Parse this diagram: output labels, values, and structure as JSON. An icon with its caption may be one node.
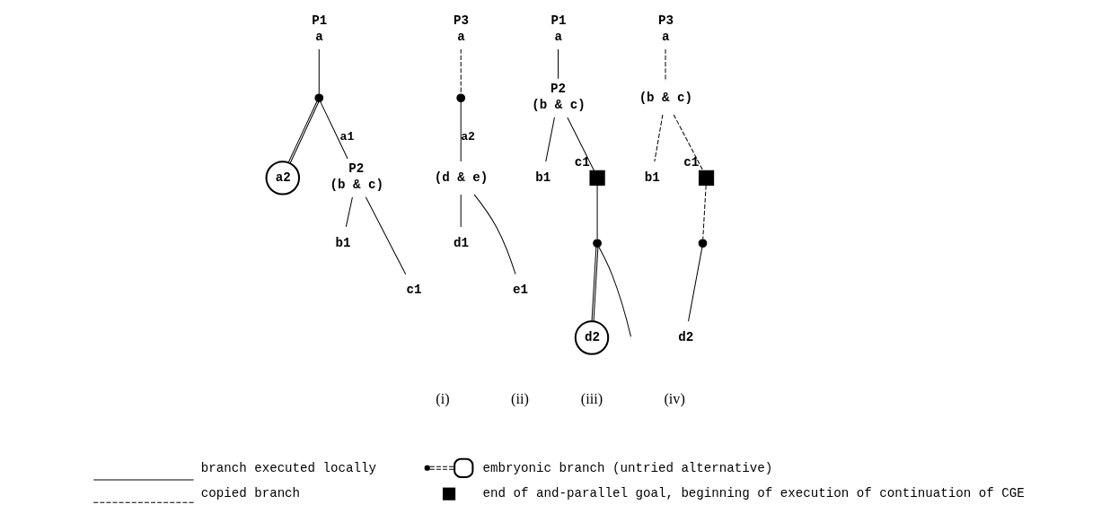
{
  "diagram": {
    "nodes": [
      {
        "text": [
          "a"
        ],
        "beside": [
          "P1"
        ]
      },
      {
        "text": [],
        "shape": "circle"
      },
      {
        "text": [
          "a2"
        ]
      },
      {
        "text": [
          "(b & c)"
        ],
        "beside": [
          "P2"
        ]
      },
      {
        "text": [
          "b1"
        ]
      },
      {
        "text": [
          "c1"
        ]
      },
      {
        "text": [
          "a"
        ],
        "beside": [
          "P3"
        ]
      },
      {
        "text": [],
        "shape": "circle"
      },
      {
        "text": [
          "(d & e)"
        ]
      },
      {
        "text": [
          "d1"
        ]
      },
      {
        "text": [
          "e1"
        ]
      },
      {
        "text": [
          "a"
        ],
        "beside": [
          "P1"
        ]
      },
      {
        "text": [
          "(b & c)"
        ],
        "beside": [
          "P2"
        ]
      },
      {
        "text": [
          "b1"
        ]
      },
      {
        "text": [],
        "shape": "box",
        "beside": [
          "c1"
        ]
      },
      {
        "text": [],
        "shape": "circle"
      },
      {
        "text": [
          "d2"
        ]
      },
      {
        "text": [
          "a"
        ],
        "beside": [
          "P3"
        ]
      },
      {
        "text": [
          "(b & c)"
        ]
      },
      {
        "text": [
          "b1"
        ]
      },
      {
        "text": [],
        "shape": "box",
        "beside": [
          "c1"
        ]
      },
      {
        "text": [],
        "shape": "circle"
      },
      {
        "text": [
          "d2"
        ]
      }
    ],
    "edges": [
      {
        "from": 0,
        "to": 1,
        "arrow": "none"
      },
      {
        "from": 1,
        "to": 2,
        "arrow": "none"
      },
      {
        "from": 1,
        "to": 3,
        "arrow": "none",
        "label": "a1"
      },
      {
        "from": 3,
        "to": 4,
        "arrow": "none"
      },
      {
        "from": 3,
        "to": 5,
        "arrow": "none"
      },
      {
        "from": 6,
        "to": 7,
        "arrow": "none",
        "style": "dashed"
      },
      {
        "from": 7,
        "to": 8,
        "arrow": "none",
        "label": "a2"
      },
      {
        "from": 8,
        "to": 9,
        "arrow": "none"
      },
      {
        "from": 8,
        "to": 10,
        "arrow": "none"
      },
      {
        "from": 11,
        "to": 12,
        "arrow": "none"
      },
      {
        "from": 12,
        "to": 13,
        "arrow": "none"
      },
      {
        "from": 12,
        "to": 14,
        "arrow": "none"
      },
      {
        "from": 14,
        "to": 15,
        "arrow": "none"
      },
      {
        "from": 15,
        "to": 16,
        "arrow": "none"
      },
      {
        "from": 15,
        "to": null,
        "arrow": "none"
      },
      {
        "from": 17,
        "to": 18,
        "arrow": "none",
        "style": "dashed"
      },
      {
        "from": 18,
        "to": 19,
        "arrow": "none",
        "style": "dashed"
      },
      {
        "from": 18,
        "to": 20,
        "arrow": "none",
        "style": "dashed"
      },
      {
        "from": 20,
        "to": 21,
        "arrow": "none",
        "style": "dashed"
      },
      {
        "from": 21,
        "to": 22,
        "arrow": "none"
      }
    ],
    "labels": [
      "(i)",
      "(ii)",
      "(iii)",
      "(iv)"
    ],
    "legend": [
      {
        "text": "branch executed locally"
      },
      {
        "text": "copied branch"
      },
      {
        "text": "embryonic branch (untried alternative)"
      },
      {
        "text": "end of and-parallel goal, beginning of execution of continuation of CGE"
      }
    ]
  }
}
